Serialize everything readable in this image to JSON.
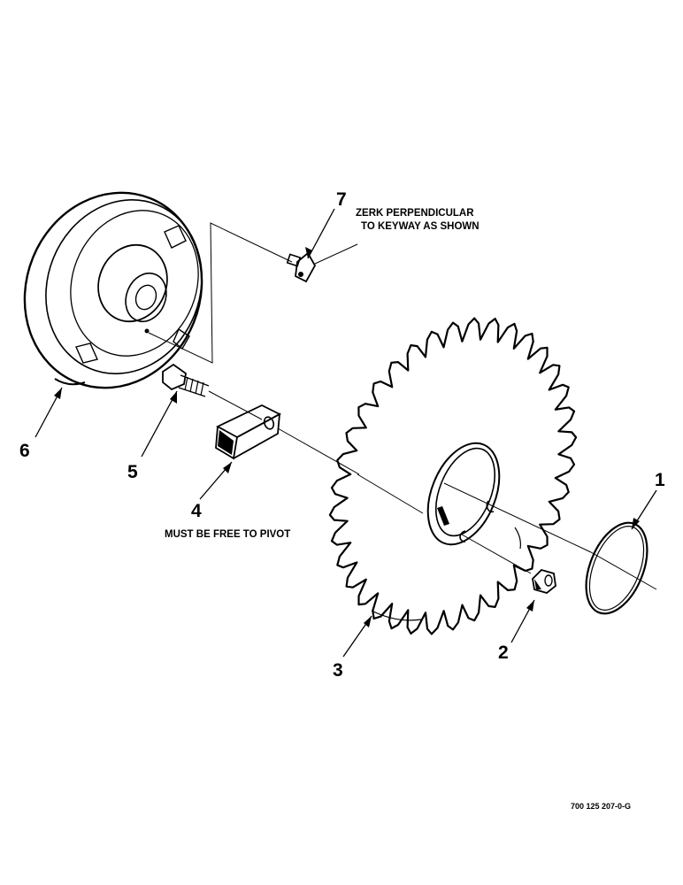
{
  "callouts": {
    "item1": "1",
    "item2": "2",
    "item3": "3",
    "item4": "4",
    "item5": "5",
    "item6": "6",
    "item7": "7"
  },
  "notes": {
    "zerk_line1": "ZERK PERPENDICULAR",
    "zerk_line2": "TO KEYWAY AS SHOWN",
    "pivot": "MUST BE FREE TO PIVOT"
  },
  "figure_number": "700 125 207-0-G",
  "colors": {
    "ink": "#000000",
    "paper": "#ffffff"
  }
}
